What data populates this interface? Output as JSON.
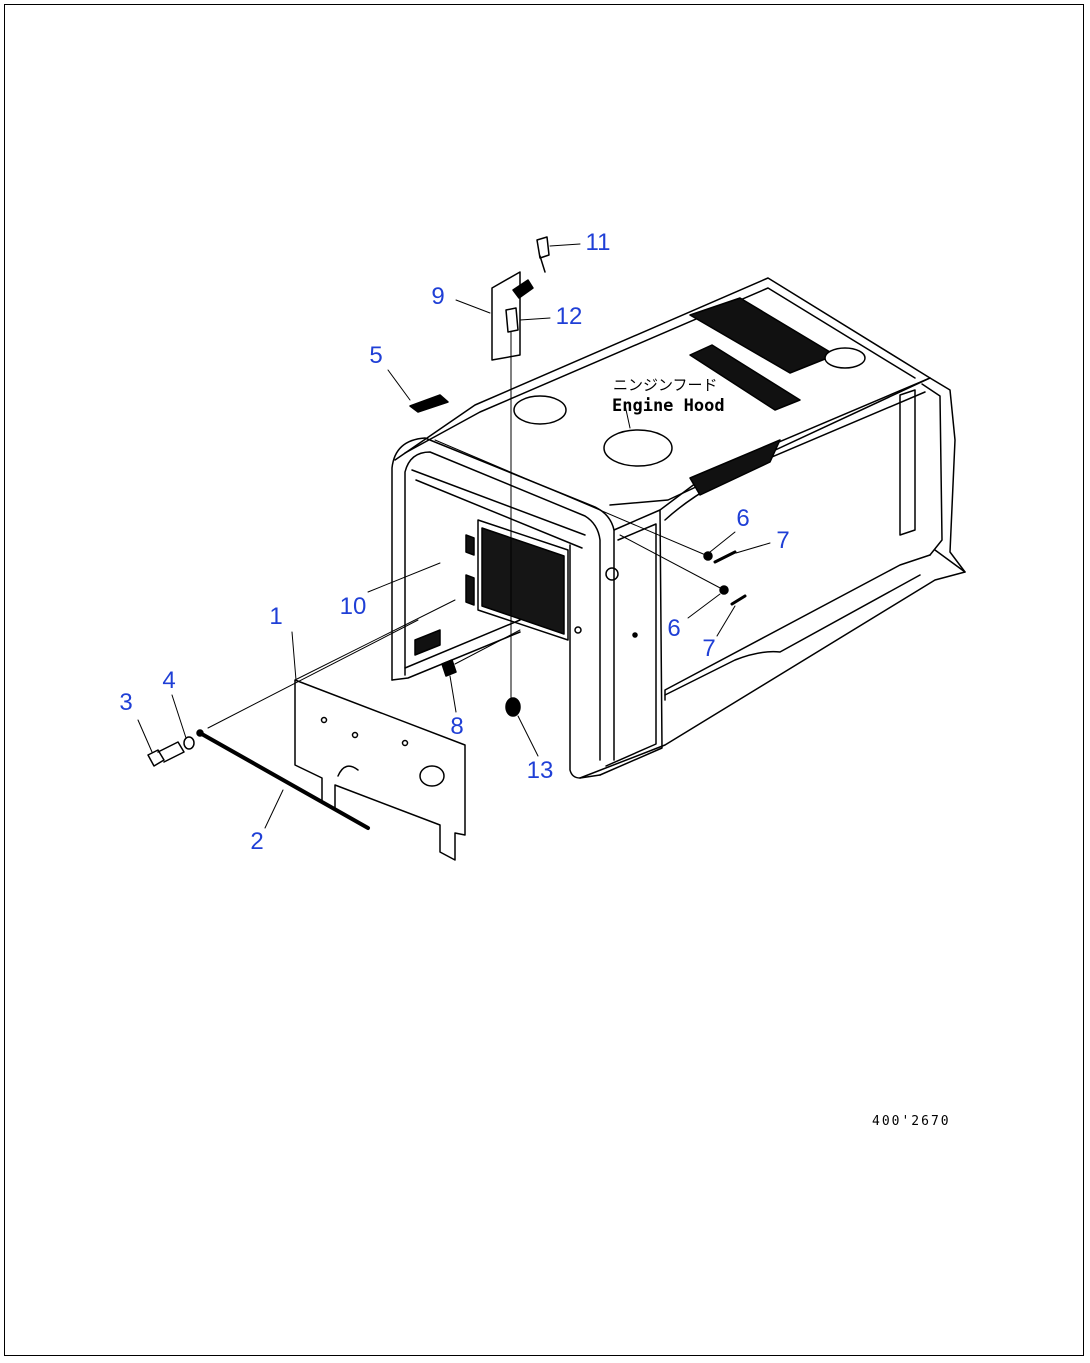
{
  "diagram": {
    "hood_label_jp": "ニンジンフード",
    "hood_label_en": "Engine Hood",
    "drawing_code": "400'2670",
    "callouts": {
      "c1": "1",
      "c2": "2",
      "c3": "3",
      "c4": "4",
      "c5": "5",
      "c6a": "6",
      "c6b": "6",
      "c7a": "7",
      "c7b": "7",
      "c8": "8",
      "c9": "9",
      "c10": "10",
      "c11": "11",
      "c12": "12",
      "c13": "13"
    },
    "colors": {
      "callout": "#1f3fd6",
      "line": "#000000"
    }
  }
}
